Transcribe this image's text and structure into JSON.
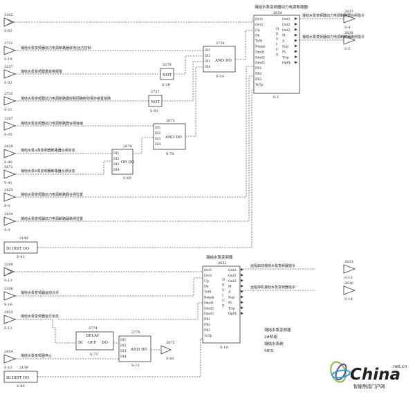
{
  "diagram": {
    "upper_header": "凝结水泵变频器动力电源断路器",
    "lower_header": "凝结水泵变频器",
    "inputs": [
      {
        "id": "3302",
        "sheet": "S-02",
        "text": ""
      },
      {
        "id": "2721",
        "sheet": "S-19",
        "text": "凝结水泵变频器动力电源断路器就地/远方控制"
      },
      {
        "id": "3257",
        "sheet": "S-32",
        "text": "凝结水泵变频器重故障报警"
      },
      {
        "id": "2733",
        "sheet": "S-21",
        "text": "凝结水泵变频器动力电源断路器控制回路断线保护装置故障"
      },
      {
        "id": "3287",
        "sheet": "S-35",
        "text": "凝结水泵变频器动力电源断路器合闸就绪"
      },
      {
        "id": "2430",
        "sheet": "S-40",
        "text": "凝结水泵A泵变频器断路器合闸状态"
      },
      {
        "id": "3872",
        "sheet": "S-41",
        "text": "凝结水泵B泵变频器断路器合闸状态"
      },
      {
        "id": "2433",
        "sheet": "S-2",
        "text": "凝结水泵变频器动力电源断路器合闸位置"
      },
      {
        "id": "2434",
        "sheet": "S-3",
        "text": "凝结水泵变频器动力电源断路器跳闸位置"
      },
      {
        "id": "3289",
        "sheet": "S-13",
        "text": ""
      },
      {
        "id": "3306",
        "sheet": "S-16",
        "text": "凝结水泵变频器运动允许"
      },
      {
        "id": "2453",
        "sheet": "S-11",
        "text": "凝结水泵变频器运行状态"
      },
      {
        "id": "2454",
        "sheet": "S-12",
        "text": "凝结水泵变频器停止"
      }
    ],
    "blocks": {
      "not1": {
        "num": "3270",
        "label": "NOT",
        "sheet": "S-26"
      },
      "not2": {
        "num": "2727",
        "label": "NOT",
        "sheet": "S-93"
      },
      "and1": {
        "num": "2726",
        "label": "AND DO",
        "sheet": "S-24"
      },
      "and2": {
        "num": "2673",
        "label": "AND DO",
        "sheet": "S-70"
      },
      "or1": {
        "num": "2674",
        "label": "OR DO",
        "sheet": "S-69"
      },
      "dist1": {
        "num": "2140",
        "label": "DI DIST DO",
        "sheet": "S-41"
      },
      "dist2": {
        "num": "2139",
        "label": "DI DIST DO",
        "sheet": "S-90"
      },
      "delay": {
        "num": "2774",
        "label_top": "DELAY",
        "label_di": "DI",
        "label_off": "OFF",
        "label_do": "DO",
        "sheet": "S-71"
      },
      "and3": {
        "num": "2775",
        "label": "AND DO",
        "sheet": "S-72"
      },
      "out_small": {
        "num": "2875",
        "sheet": "S-83"
      },
      "device1": {
        "num": "2654",
        "sheet": "S-1"
      },
      "device2": {
        "num": "2652",
        "sheet": "S-10"
      }
    },
    "device_left_pins": [
      "Ovr1",
      "Ovr2",
      "Up",
      "Dn",
      "ToM",
      "Regsk",
      "Dmd1",
      "Dmd2",
      "Dmd3",
      "PB1",
      "PB2",
      "PB3",
      "ToTp"
    ],
    "device_right_pins": [
      "Out1",
      "Out2",
      "Out3",
      "M",
      "A",
      "Sup",
      "PL",
      "Trip",
      "OpPL"
    ],
    "device_mid_label": "DEVICE",
    "and_pins": [
      "DI1",
      "DI2",
      "DI3",
      "DI4"
    ],
    "or_pins": [
      "DI1",
      "DI2",
      "DI3",
      "DI4"
    ],
    "outputs": [
      {
        "id": "2637",
        "sheet": "S-4",
        "text": "凝结水泵变频器动力电源断路器合闸指令"
      },
      {
        "id": "2638",
        "sheet": "S-5",
        "text": "凝结水泵变频器动力电源断路器跳闸指令"
      },
      {
        "id": "2633",
        "sheet": "S-13",
        "text": "远程启动凝结水泵变频器指令"
      },
      {
        "id": "2636",
        "sheet": "S-14",
        "text": "远程停机凝结水泵变频器指令"
      }
    ],
    "notes": [
      "凝结水泵变频器",
      "2#机组",
      "凝结水系统",
      "MES"
    ],
    "watermark": {
      "brand": "China",
      "suffix": ".net.cn",
      "tagline": "智能制造门户网"
    }
  }
}
